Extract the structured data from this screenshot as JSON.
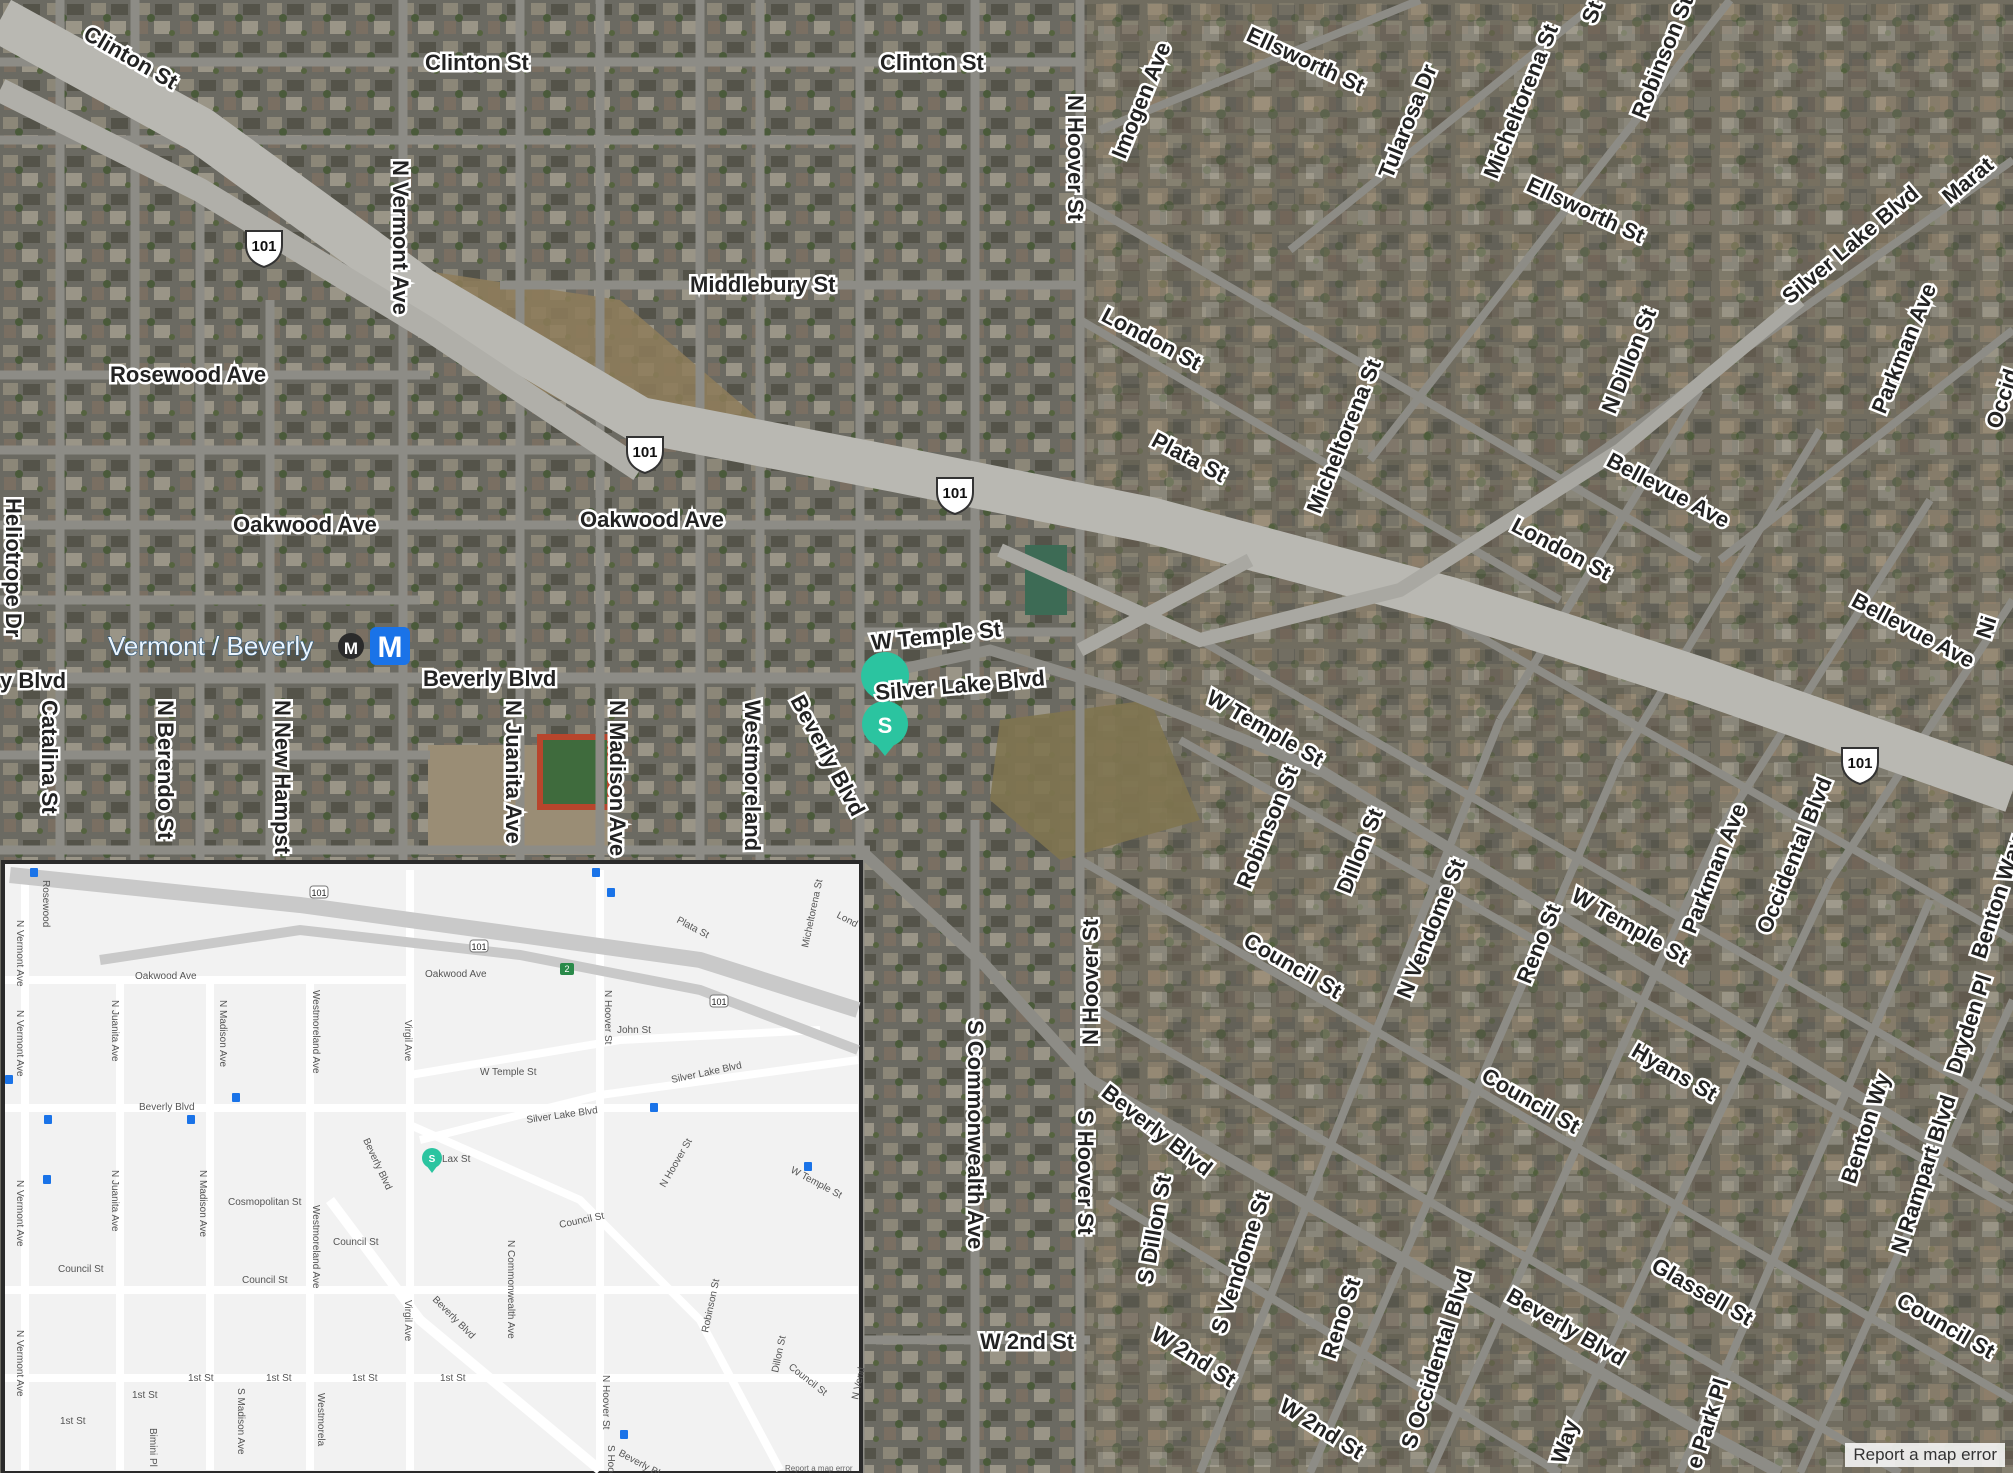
{
  "map": {
    "streets": {
      "clinton_w": "Clinton St",
      "clinton_m": "Clinton St",
      "clinton_e": "Clinton St",
      "middlebury": "Middlebury St",
      "rosewood": "Rosewood Ave",
      "oakwood_w": "Oakwood Ave",
      "oakwood_e": "Oakwood Ave",
      "beverly_w": "y Blvd",
      "beverly_m": "Beverly Blvd",
      "n_vermont": "N Vermont Ave",
      "heliotrope": "Heliotrope Dr",
      "catalina": "Catalina St",
      "n_berendo": "N Berendo St",
      "n_new_hampshire": "N New Hampst",
      "n_juanita": "N Juanita Ave",
      "n_madison": "N Madison Ave",
      "westmoreland": "Westmoreland",
      "beverly_diag": "Beverly Blvd",
      "w_temple_1": "W Temple St",
      "silver_lake_1": "Silver Lake Blvd",
      "n_hoover_1": "N Hoover St",
      "imogen": "Imogen Ave",
      "ellsworth_1": "Ellsworth St",
      "tularosa": "Tularosa Dr",
      "micheltorena_1": "Micheltorena St",
      "robinson_1": "Robinson St",
      "ellsworth_2": "Ellsworth St",
      "silver_lake_2": "Silver Lake Blvd",
      "marat": "Marat",
      "london_1": "London St",
      "plata": "Plata St",
      "micheltorena_2": "Micheltorena St",
      "n_dillon": "N Dillon St",
      "parkman_1": "Parkman Ave",
      "bellevue_1": "Bellevue Ave",
      "london_2": "London St",
      "bellevue_2": "Bellevue Ave",
      "w_temple_2": "W Temple St",
      "robinson_2": "Robinson St",
      "dillon": "Dillon St",
      "n_vendome": "N Vendome St",
      "reno_1": "Reno St",
      "parkman_2": "Parkman Ave",
      "occidental_1": "Occidental Blvd",
      "w_temple_3": "W Temple St",
      "council_1": "Council St",
      "hyans": "Hyans St",
      "council_2": "Council St",
      "n_hoover_2": "N Hoover St",
      "s_commonwealth": "S Commonwealth Ave",
      "s_hoover": "S Hoover St",
      "beverly_e": "Beverly Blvd",
      "s_dillon": "S Dillon St",
      "s_vendome": "S Vendome St",
      "reno_2": "Reno St",
      "w_2nd_1": "W 2nd St",
      "w_2nd_2": "W 2nd St",
      "w_2nd_3": "W 2nd St",
      "s_occidental": "S Occidental Blvd",
      "beverly_se": "Beverly Blvd",
      "glassell": "Glassell St",
      "benton_wy": "Benton Wy",
      "n_rampart": "N Rampart Blvd",
      "council_3": "Council St",
      "benton": "Benton Way",
      "dryden": "Dryden Pl",
      "occid_e": "Occid",
      "park": "e Park Pl",
      "way": "Way",
      "ni": "Ni",
      "st_top": "St"
    },
    "freeway_shield": "101",
    "station_name": "Vermont / Beverly",
    "metro_badge": "M",
    "metro_small": "M",
    "pin_letter": "S",
    "report_error": "Report a map error"
  },
  "inset": {
    "streets": {
      "rosewood": "Rosewood",
      "n_vermont_1": "N Vermont Ave",
      "n_vermont_2": "N Vermont Ave",
      "n_vermont_3": "N Vermont Ave",
      "n_vermont_4": "N Vermont Ave",
      "oakwood_1": "Oakwood Ave",
      "oakwood_2": "Oakwood Ave",
      "n_juanita_1": "N Juanita Ave",
      "n_juanita_2": "N Juanita Ave",
      "n_madison_1": "N Madison Ave",
      "n_madison_2": "N Madison Ave",
      "westmoreland_1": "Westmoreland Ave",
      "westmoreland_2": "Westmoreland Ave",
      "westmoreland_3": "Westmorela",
      "virgil_1": "Virgil Ave",
      "virgil_2": "Virgil Ave",
      "n_hoover_1": "N Hoover St",
      "n_hoover_2": "N Hoover St",
      "n_hoover_3": "N Hoover St",
      "s_hoo": "S Hoo",
      "john": "John St",
      "w_temple_1": "W Temple St",
      "w_temple_2": "W Temple St",
      "silver_lake_1": "Silver Lake Blvd",
      "silver_lake_2": "Silver Lake Blvd",
      "beverly_1": "Beverly Blvd",
      "beverly_2": "Beverly Blvd",
      "beverly_3": "Beverly Blvd",
      "beverly_4": "Beverly Bl",
      "lax": "Lax St",
      "cosmopolitan": "Cosmopolitan St",
      "council_1": "Council St",
      "council_2": "Council St",
      "council_3": "Council St",
      "council_4": "Council St",
      "council_5": "Council St",
      "n_commonwealth": "N Commonwealth Ave",
      "robinson": "Robinson St",
      "dillon": "Dillon St",
      "n_vend": "N Vend",
      "plata": "Plata St",
      "micheltorena": "Micheltorena St",
      "lond": "Lond",
      "first_1": "1st St",
      "first_2": "1st St",
      "first_3": "1st St",
      "first_4": "1st St",
      "first_5": "1st St",
      "first_6": "1st St",
      "s_madison": "S Madison Ave",
      "bimini": "Bimini Pl"
    },
    "shield_101_a": "101",
    "shield_101_b": "101",
    "shield_101_c": "101",
    "shield_2": "2",
    "pin_letter": "S",
    "report_error": "Report a map error"
  }
}
